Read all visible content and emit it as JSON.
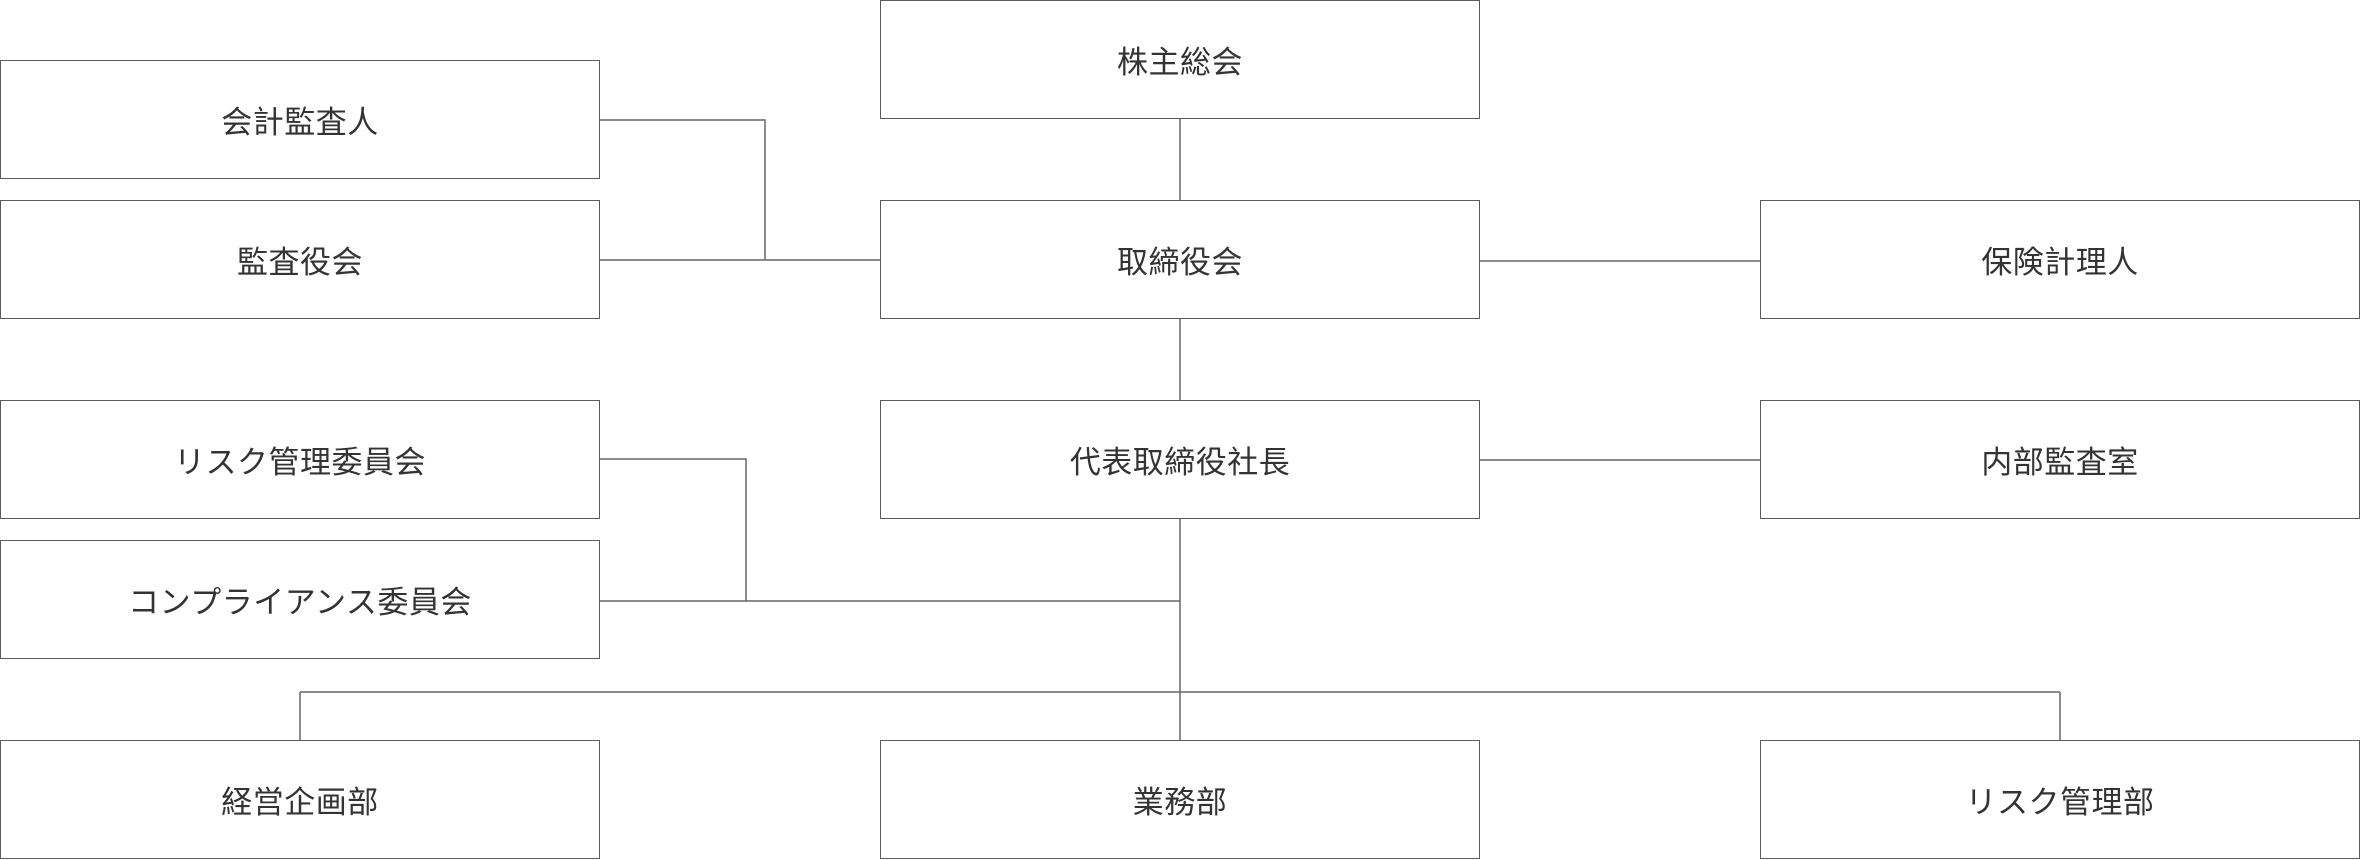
{
  "chart_data": {
    "type": "org-chart",
    "nodes": {
      "shareholders_meeting": "株主総会",
      "accounting_auditor": "会計監査人",
      "audit_board": "監査役会",
      "board_of_directors": "取締役会",
      "actuary": "保険計理人",
      "risk_committee": "リスク管理委員会",
      "president": "代表取締役社長",
      "internal_audit": "内部監査室",
      "compliance_committee": "コンプライアンス委員会",
      "planning_dept": "経営企画部",
      "operations_dept": "業務部",
      "risk_dept": "リスク管理部"
    },
    "edges": [
      [
        "shareholders_meeting",
        "board_of_directors"
      ],
      [
        "accounting_auditor",
        "board_of_directors"
      ],
      [
        "audit_board",
        "board_of_directors"
      ],
      [
        "board_of_directors",
        "actuary"
      ],
      [
        "board_of_directors",
        "president"
      ],
      [
        "president",
        "internal_audit"
      ],
      [
        "risk_committee",
        "president"
      ],
      [
        "compliance_committee",
        "president"
      ],
      [
        "president",
        "planning_dept"
      ],
      [
        "president",
        "operations_dept"
      ],
      [
        "president",
        "risk_dept"
      ]
    ]
  },
  "colors": {
    "border": "#5a5a5a",
    "line": "#666666",
    "text": "#333333",
    "background": "#ffffff"
  }
}
